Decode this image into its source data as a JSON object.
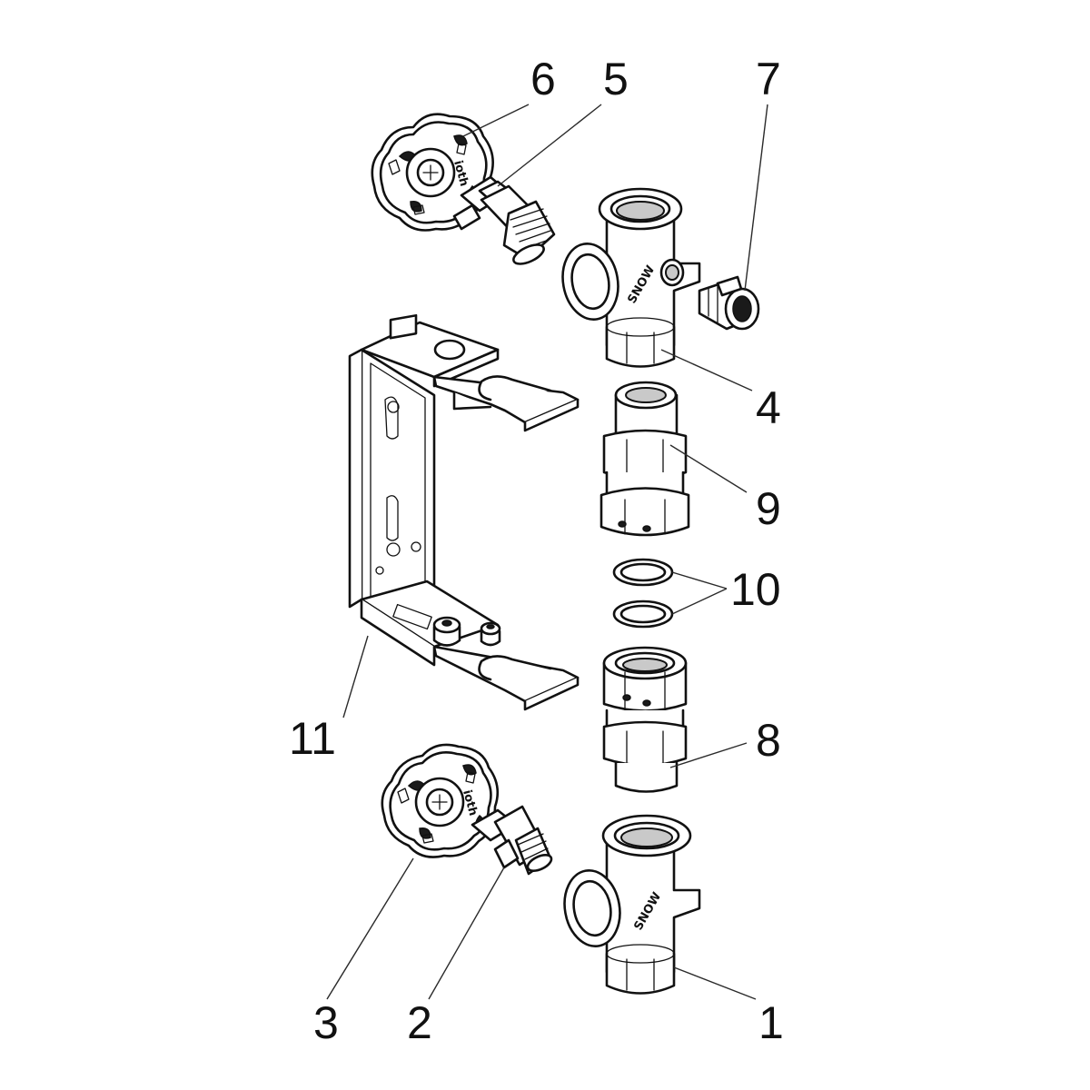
{
  "diagram": {
    "labels": [
      {
        "id": "1",
        "text": "1"
      },
      {
        "id": "2",
        "text": "2"
      },
      {
        "id": "3",
        "text": "3"
      },
      {
        "id": "4",
        "text": "4"
      },
      {
        "id": "5",
        "text": "5"
      },
      {
        "id": "6",
        "text": "6"
      },
      {
        "id": "7",
        "text": "7"
      },
      {
        "id": "8",
        "text": "8"
      },
      {
        "id": "9",
        "text": "9"
      },
      {
        "id": "10",
        "text": "10"
      },
      {
        "id": "11",
        "text": "11"
      }
    ],
    "embossed_text": {
      "handwheel_upper": "ioth",
      "handwheel_lower": "ioth",
      "valve_body_upper": "SNOW",
      "valve_body_lower": "SNOW"
    }
  }
}
